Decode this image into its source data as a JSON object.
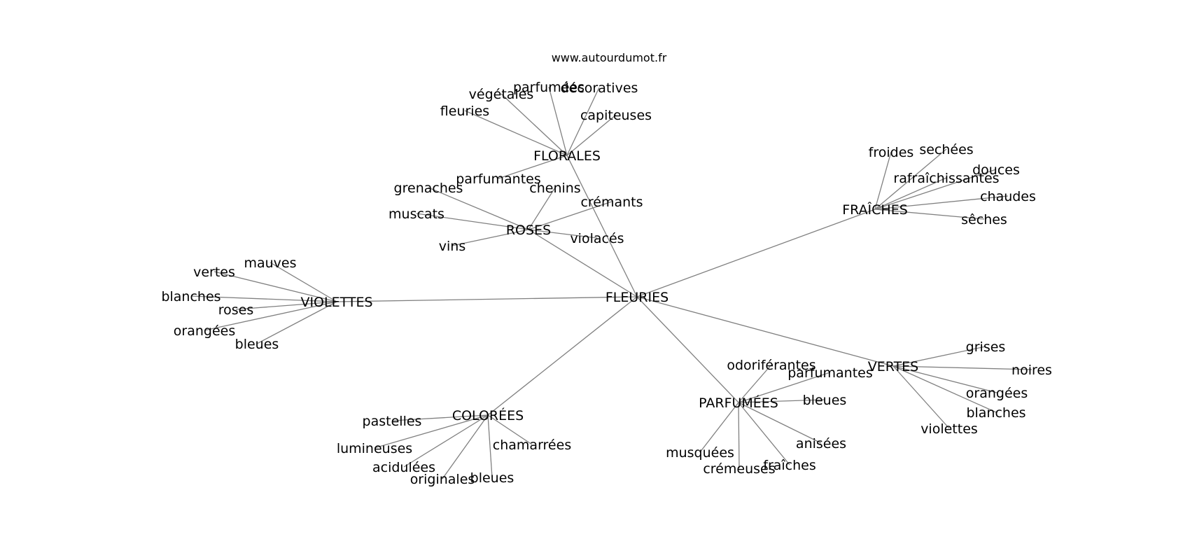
{
  "source": "www.autourdumot.fr",
  "colors": {
    "edge": "#808080",
    "text": "#000000",
    "background": "#ffffff"
  },
  "graph": {
    "root": "FLEURIES",
    "nodes": [
      {
        "id": "FLEURIES",
        "label": "FLEURIES"
      },
      {
        "id": "FLORALES",
        "label": "FLORALES"
      },
      {
        "id": "ROSES",
        "label": "ROSES"
      },
      {
        "id": "VIOLETTES",
        "label": "VIOLETTES"
      },
      {
        "id": "FRAICHES",
        "label": "FRAÎCHES"
      },
      {
        "id": "VERTES",
        "label": "VERTES"
      },
      {
        "id": "PARFUMEES",
        "label": "PARFUMÉES"
      },
      {
        "id": "COLOREES",
        "label": "COLORÉES"
      },
      {
        "id": "fl-parfumees",
        "label": "parfumées"
      },
      {
        "id": "fl-decoratives",
        "label": "décoratives"
      },
      {
        "id": "fl-vegetales",
        "label": "végétales"
      },
      {
        "id": "fl-fleuries",
        "label": "fleuries"
      },
      {
        "id": "fl-capiteuses",
        "label": "capiteuses"
      },
      {
        "id": "fl-parfumantes",
        "label": "parfumantes"
      },
      {
        "id": "ro-grenaches",
        "label": "grenaches"
      },
      {
        "id": "ro-chenins",
        "label": "chenins"
      },
      {
        "id": "ro-cremants",
        "label": "crémants"
      },
      {
        "id": "ro-muscats",
        "label": "muscats"
      },
      {
        "id": "ro-vins",
        "label": "vins"
      },
      {
        "id": "ro-violaces",
        "label": "violacés"
      },
      {
        "id": "vi-mauves",
        "label": "mauves"
      },
      {
        "id": "vi-vertes",
        "label": "vertes"
      },
      {
        "id": "vi-blanches",
        "label": "blanches"
      },
      {
        "id": "vi-roses",
        "label": "roses"
      },
      {
        "id": "vi-orangees",
        "label": "orangées"
      },
      {
        "id": "vi-bleues",
        "label": "bleues"
      },
      {
        "id": "fr-froides",
        "label": "froides"
      },
      {
        "id": "fr-sechees",
        "label": "sechées"
      },
      {
        "id": "fr-douces",
        "label": "douces"
      },
      {
        "id": "fr-rafraichissantes",
        "label": "rafraîchissantes"
      },
      {
        "id": "fr-chaudes",
        "label": "chaudes"
      },
      {
        "id": "fr-seches",
        "label": "sêches"
      },
      {
        "id": "ve-grises",
        "label": "grises"
      },
      {
        "id": "ve-noires",
        "label": "noires"
      },
      {
        "id": "ve-orangees",
        "label": "orangées"
      },
      {
        "id": "ve-blanches",
        "label": "blanches"
      },
      {
        "id": "ve-violettes",
        "label": "violettes"
      },
      {
        "id": "pa-odoriferantes",
        "label": "odoriférantes"
      },
      {
        "id": "pa-parfumantes",
        "label": "parfumantes"
      },
      {
        "id": "pa-bleues",
        "label": "bleues"
      },
      {
        "id": "pa-musquees",
        "label": "musquées"
      },
      {
        "id": "pa-cremeuses",
        "label": "crémeuses"
      },
      {
        "id": "pa-fraiches",
        "label": "fraîches"
      },
      {
        "id": "pa-anisees",
        "label": "anisées"
      },
      {
        "id": "co-pastelles",
        "label": "pastelles"
      },
      {
        "id": "co-lumineuses",
        "label": "lumineuses"
      },
      {
        "id": "co-acidulees",
        "label": "acidulées"
      },
      {
        "id": "co-originales",
        "label": "originales"
      },
      {
        "id": "co-bleues",
        "label": "bleues"
      },
      {
        "id": "co-chamarrees",
        "label": "chamarrées"
      }
    ],
    "edges": [
      [
        "FLEURIES",
        "FLORALES"
      ],
      [
        "FLEURIES",
        "ROSES"
      ],
      [
        "FLEURIES",
        "VIOLETTES"
      ],
      [
        "FLEURIES",
        "FRAICHES"
      ],
      [
        "FLEURIES",
        "VERTES"
      ],
      [
        "FLEURIES",
        "PARFUMEES"
      ],
      [
        "FLEURIES",
        "COLOREES"
      ],
      [
        "FLORALES",
        "fl-parfumees"
      ],
      [
        "FLORALES",
        "fl-decoratives"
      ],
      [
        "FLORALES",
        "fl-vegetales"
      ],
      [
        "FLORALES",
        "fl-fleuries"
      ],
      [
        "FLORALES",
        "fl-capiteuses"
      ],
      [
        "FLORALES",
        "fl-parfumantes"
      ],
      [
        "ROSES",
        "ro-grenaches"
      ],
      [
        "ROSES",
        "ro-chenins"
      ],
      [
        "ROSES",
        "ro-cremants"
      ],
      [
        "ROSES",
        "ro-muscats"
      ],
      [
        "ROSES",
        "ro-vins"
      ],
      [
        "ROSES",
        "ro-violaces"
      ],
      [
        "VIOLETTES",
        "vi-mauves"
      ],
      [
        "VIOLETTES",
        "vi-vertes"
      ],
      [
        "VIOLETTES",
        "vi-blanches"
      ],
      [
        "VIOLETTES",
        "vi-roses"
      ],
      [
        "VIOLETTES",
        "vi-orangees"
      ],
      [
        "VIOLETTES",
        "vi-bleues"
      ],
      [
        "FRAICHES",
        "fr-froides"
      ],
      [
        "FRAICHES",
        "fr-sechees"
      ],
      [
        "FRAICHES",
        "fr-douces"
      ],
      [
        "FRAICHES",
        "fr-rafraichissantes"
      ],
      [
        "FRAICHES",
        "fr-chaudes"
      ],
      [
        "FRAICHES",
        "fr-seches"
      ],
      [
        "VERTES",
        "ve-grises"
      ],
      [
        "VERTES",
        "ve-noires"
      ],
      [
        "VERTES",
        "ve-orangees"
      ],
      [
        "VERTES",
        "ve-blanches"
      ],
      [
        "VERTES",
        "ve-violettes"
      ],
      [
        "PARFUMEES",
        "pa-odoriferantes"
      ],
      [
        "PARFUMEES",
        "pa-parfumantes"
      ],
      [
        "PARFUMEES",
        "pa-bleues"
      ],
      [
        "PARFUMEES",
        "pa-musquees"
      ],
      [
        "PARFUMEES",
        "pa-cremeuses"
      ],
      [
        "PARFUMEES",
        "pa-fraiches"
      ],
      [
        "PARFUMEES",
        "pa-anisees"
      ],
      [
        "COLOREES",
        "co-pastelles"
      ],
      [
        "COLOREES",
        "co-lumineuses"
      ],
      [
        "COLOREES",
        "co-acidulees"
      ],
      [
        "COLOREES",
        "co-originales"
      ],
      [
        "COLOREES",
        "co-bleues"
      ],
      [
        "COLOREES",
        "co-chamarrees"
      ]
    ]
  }
}
